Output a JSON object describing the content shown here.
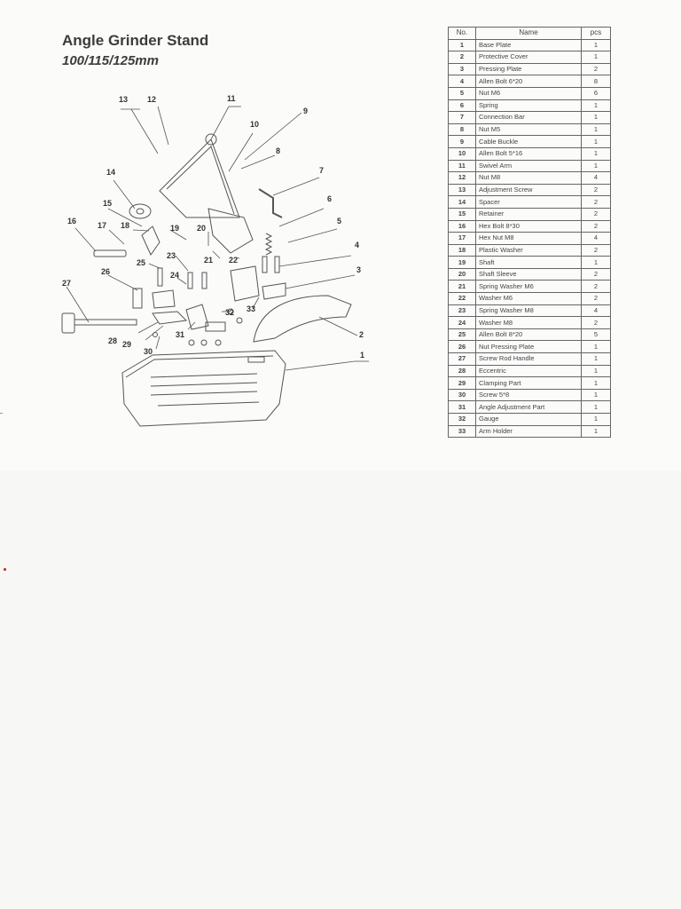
{
  "title": "Angle Grinder Stand",
  "subtitle": "100/115/125mm",
  "table": {
    "headers": {
      "no": "No.",
      "name": "Name",
      "pcs": "pcs"
    },
    "rows": [
      {
        "no": "1",
        "name": "Base Plate",
        "pcs": "1"
      },
      {
        "no": "2",
        "name": "Protective Cover",
        "pcs": "1"
      },
      {
        "no": "3",
        "name": "Pressing Plate",
        "pcs": "2"
      },
      {
        "no": "4",
        "name": "Allen Bolt 6*20",
        "pcs": "8"
      },
      {
        "no": "5",
        "name": "Nut M6",
        "pcs": "6"
      },
      {
        "no": "6",
        "name": "Spring",
        "pcs": "1"
      },
      {
        "no": "7",
        "name": "Connection Bar",
        "pcs": "1"
      },
      {
        "no": "8",
        "name": "Nut M5",
        "pcs": "1"
      },
      {
        "no": "9",
        "name": "Cable Buckle",
        "pcs": "1"
      },
      {
        "no": "10",
        "name": "Allen Bolt 5*16",
        "pcs": "1"
      },
      {
        "no": "11",
        "name": "Swivel Arm",
        "pcs": "1"
      },
      {
        "no": "12",
        "name": "Nut M8",
        "pcs": "4"
      },
      {
        "no": "13",
        "name": "Adjustment Screw",
        "pcs": "2"
      },
      {
        "no": "14",
        "name": "Spacer",
        "pcs": "2"
      },
      {
        "no": "15",
        "name": "Retainer",
        "pcs": "2"
      },
      {
        "no": "16",
        "name": "Hex Bolt 8*30",
        "pcs": "2"
      },
      {
        "no": "17",
        "name": "Hex Nut M8",
        "pcs": "4"
      },
      {
        "no": "18",
        "name": "Plastic Washer",
        "pcs": "2"
      },
      {
        "no": "19",
        "name": "Shaft",
        "pcs": "1"
      },
      {
        "no": "20",
        "name": "Shaft Sleeve",
        "pcs": "2"
      },
      {
        "no": "21",
        "name": "Spring Washer M6",
        "pcs": "2"
      },
      {
        "no": "22",
        "name": "Washer M6",
        "pcs": "2"
      },
      {
        "no": "23",
        "name": "Spring Washer M8",
        "pcs": "4"
      },
      {
        "no": "24",
        "name": "Washer M8",
        "pcs": "2"
      },
      {
        "no": "25",
        "name": "Allen Bolt 8*20",
        "pcs": "5"
      },
      {
        "no": "26",
        "name": "Nut Pressing Plate",
        "pcs": "1"
      },
      {
        "no": "27",
        "name": "Screw Rod Handle",
        "pcs": "1"
      },
      {
        "no": "28",
        "name": "Eccentric",
        "pcs": "1"
      },
      {
        "no": "29",
        "name": "Clamping Part",
        "pcs": "1"
      },
      {
        "no": "30",
        "name": "Screw 5*8",
        "pcs": "1"
      },
      {
        "no": "31",
        "name": "Angle Adjustment Part",
        "pcs": "1"
      },
      {
        "no": "32",
        "name": "Gauge",
        "pcs": "1"
      },
      {
        "no": "33",
        "name": "Arm Holder",
        "pcs": "1"
      }
    ]
  },
  "callouts": [
    "1",
    "2",
    "3",
    "4",
    "5",
    "6",
    "7",
    "8",
    "9",
    "10",
    "11",
    "12",
    "13",
    "14",
    "15",
    "16",
    "17",
    "18",
    "19",
    "20",
    "21",
    "22",
    "23",
    "24",
    "25",
    "26",
    "27",
    "28",
    "29",
    "30",
    "31",
    "32",
    "33"
  ]
}
